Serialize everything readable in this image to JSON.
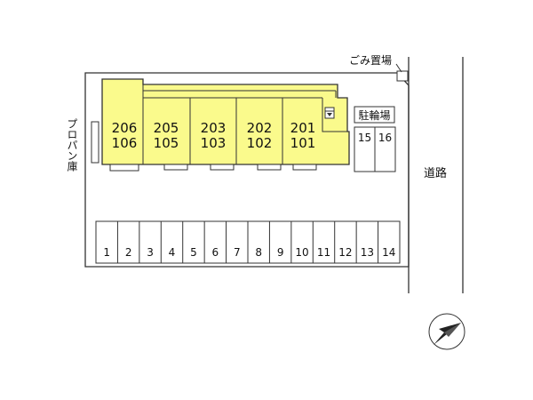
{
  "labels": {
    "garbage": "ごみ置場",
    "propane": "プロパン庫",
    "bicycle": "駐輪場",
    "road": "道路"
  },
  "units": [
    {
      "upper": "206",
      "lower": "106"
    },
    {
      "upper": "205",
      "lower": "105"
    },
    {
      "upper": "203",
      "lower": "103"
    },
    {
      "upper": "202",
      "lower": "102"
    },
    {
      "upper": "201",
      "lower": "101"
    }
  ],
  "bike_slots": [
    "15",
    "16"
  ],
  "parking_spaces": [
    "1",
    "2",
    "3",
    "4",
    "5",
    "6",
    "7",
    "8",
    "9",
    "10",
    "11",
    "12",
    "13",
    "14"
  ],
  "colors": {
    "building_fill": "#fafa8c",
    "line": "#333333"
  },
  "icons": {
    "compass": "north-arrow-icon",
    "meter": "meter-box-icon"
  }
}
